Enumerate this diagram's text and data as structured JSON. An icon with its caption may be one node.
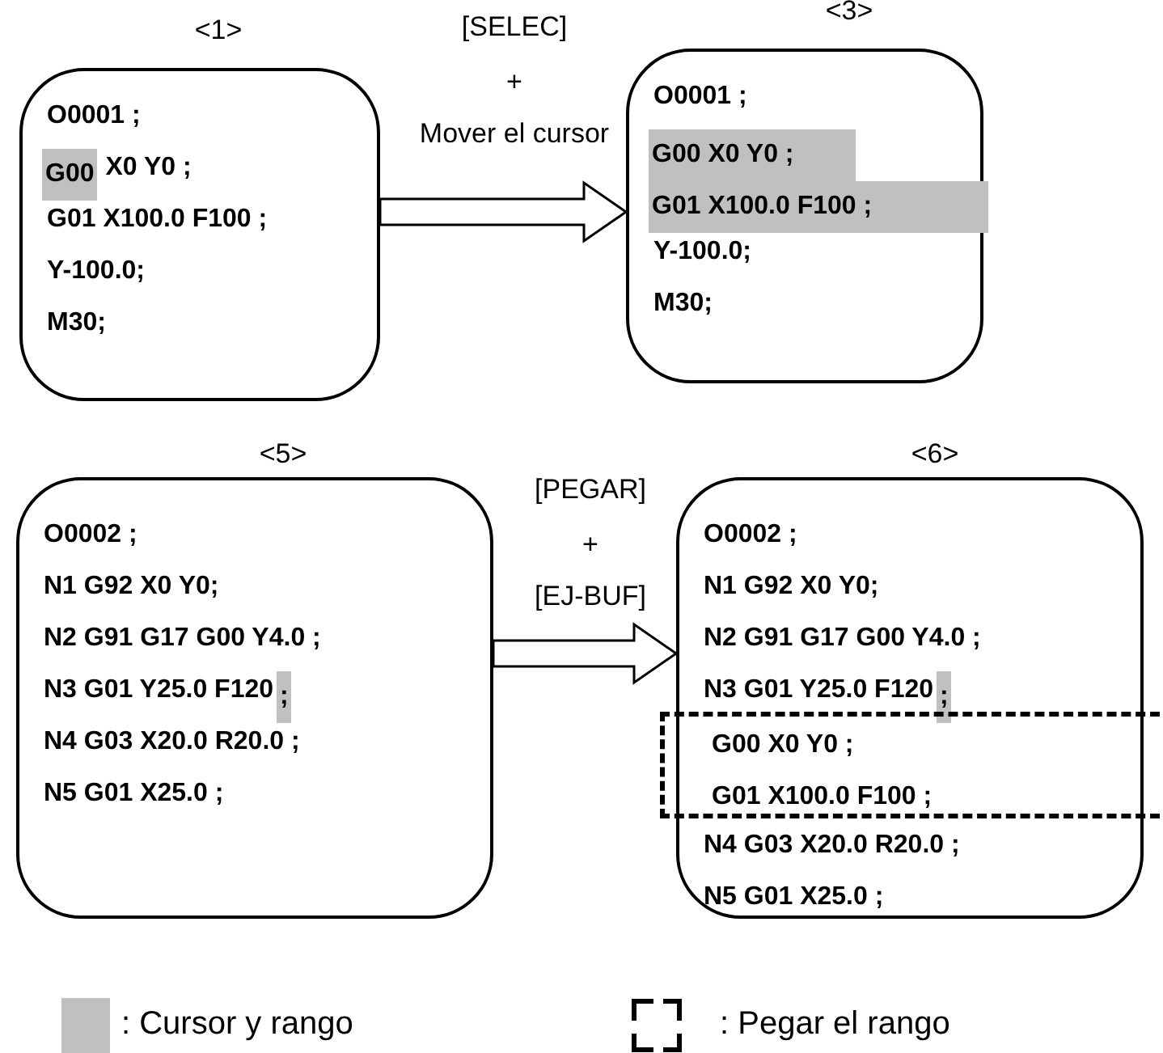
{
  "diagram": {
    "nodes": [
      {
        "text": [
          "<1>",
          "O0001 ;",
          "G00",
          "X0 Y0 ;",
          "G01 X100.0 F100 ;",
          "Y-100.0;",
          "M30;"
        ]
      },
      {
        "text": [
          "<3>",
          "O0001 ;",
          "G00 X0 Y0 ;",
          "G01 X100.0 F100 ;",
          "Y-100.0;",
          "M30;"
        ]
      },
      {
        "text": [
          "<5>",
          "O0002 ;",
          "N1 G92 X0 Y0;",
          "N2 G91 G17 G00 Y4.0 ;",
          "N3 G01 Y25.0 F120",
          ";",
          "N4 G03 X20.0 R20.0 ;",
          "N5 G01 X25.0 ;"
        ]
      },
      {
        "text": [
          "<6>",
          "O0002 ;",
          "N1 G92 X0 Y0;",
          "N2 G91 G17 G00 Y4.0 ;",
          "N3 G01 Y25.0 F120",
          ";",
          "N4 G03 X20.0 R20.0 ;",
          "N5 G01 X25.0 ;"
        ]
      },
      {
        "text": [
          "G00 X0 Y0 ;",
          "G01 X100.0 F100 ;"
        ]
      }
    ],
    "edges": [
      {
        "from": 0,
        "to": 1,
        "arrow": "to"
      },
      {
        "from": 2,
        "to": 3,
        "arrow": "to"
      }
    ],
    "labels": [
      "[SELEC]",
      "+",
      "Mover el cursor",
      "[PEGAR]",
      "+",
      "[EJ-BUF]"
    ],
    "legend": [
      {
        "text": ": Cursor y rango",
        "color": "#c0c0c0"
      },
      {
        "text": ": Pegar el rango"
      }
    ]
  }
}
